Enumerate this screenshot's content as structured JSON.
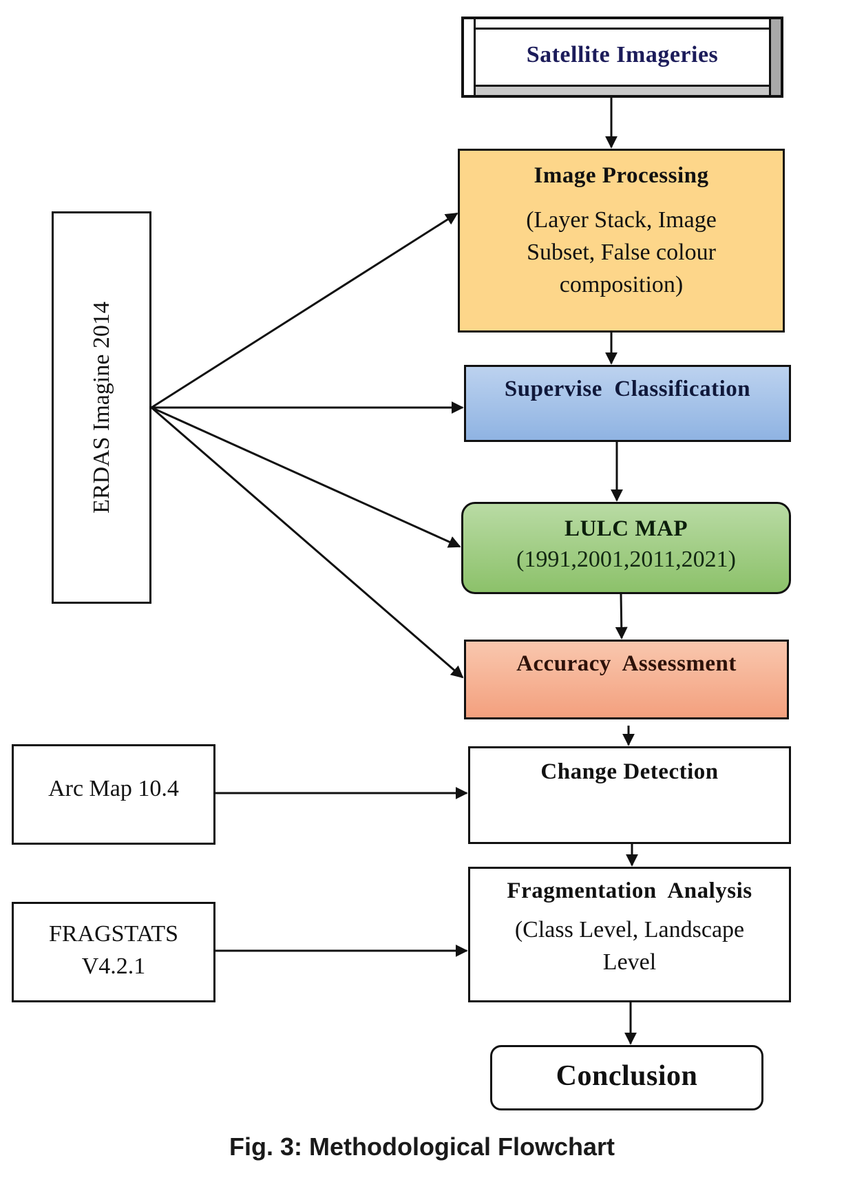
{
  "figure": {
    "caption": "Fig. 3: Methodological Flowchart"
  },
  "nodes": {
    "satellite": {
      "title": "Satellite Imageries"
    },
    "image_processing": {
      "title": "Image Processing",
      "lines": [
        "(Layer Stack, Image",
        "Subset, False colour",
        "composition)"
      ]
    },
    "supervise": {
      "title": "Supervise  Classification"
    },
    "lulc": {
      "title": "LULC MAP",
      "subtitle": "(1991,2001,2011,2021)"
    },
    "accuracy": {
      "title": "Accuracy  Assessment"
    },
    "change": {
      "title": "Change Detection"
    },
    "fragmentation": {
      "title": "Fragmentation  Analysis",
      "lines": [
        "(Class Level, Landscape",
        "Level"
      ]
    },
    "conclusion": {
      "title": "Conclusion"
    },
    "erdas": {
      "label": "ERDAS Imagine 2014"
    },
    "arcmap": {
      "label": "Arc Map 10.4"
    },
    "fragstats": {
      "lines": [
        "FRAGSTATS",
        "V4.2.1"
      ]
    }
  },
  "colors": {
    "image_processing": "#fdd68a",
    "supervise": "#a6c3e8",
    "lulc": "#a3cf87",
    "accuracy": "#f6b394",
    "satellite_text": "#1c1c5a"
  },
  "edges": [
    {
      "from": "satellite",
      "to": "image_processing"
    },
    {
      "from": "image_processing",
      "to": "supervise"
    },
    {
      "from": "supervise",
      "to": "lulc"
    },
    {
      "from": "lulc",
      "to": "accuracy"
    },
    {
      "from": "accuracy",
      "to": "change"
    },
    {
      "from": "change",
      "to": "fragmentation"
    },
    {
      "from": "fragmentation",
      "to": "conclusion"
    },
    {
      "from": "erdas",
      "to": "image_processing"
    },
    {
      "from": "erdas",
      "to": "supervise"
    },
    {
      "from": "erdas",
      "to": "lulc"
    },
    {
      "from": "erdas",
      "to": "accuracy"
    },
    {
      "from": "arcmap",
      "to": "change"
    },
    {
      "from": "fragstats",
      "to": "fragmentation"
    }
  ]
}
